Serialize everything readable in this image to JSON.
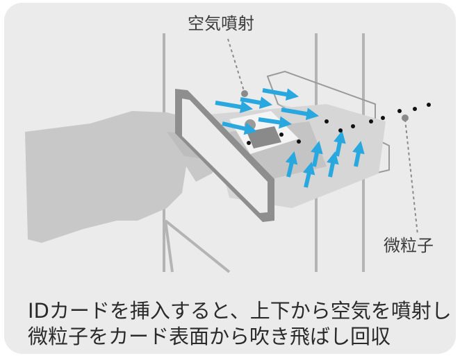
{
  "labels": {
    "air_jet": "空気噴射",
    "particles": "微粒子"
  },
  "caption": {
    "line1": "IDカードを挿入すると、上下から空気を噴射し",
    "line2": "微粒子をカード表面から吹き飛ばし回収"
  },
  "colors": {
    "background": "#ebebeb",
    "arrow": "#29a8e0",
    "hand": "#c8c8c8",
    "line": "#b4b4b4",
    "dot": "#111111"
  }
}
